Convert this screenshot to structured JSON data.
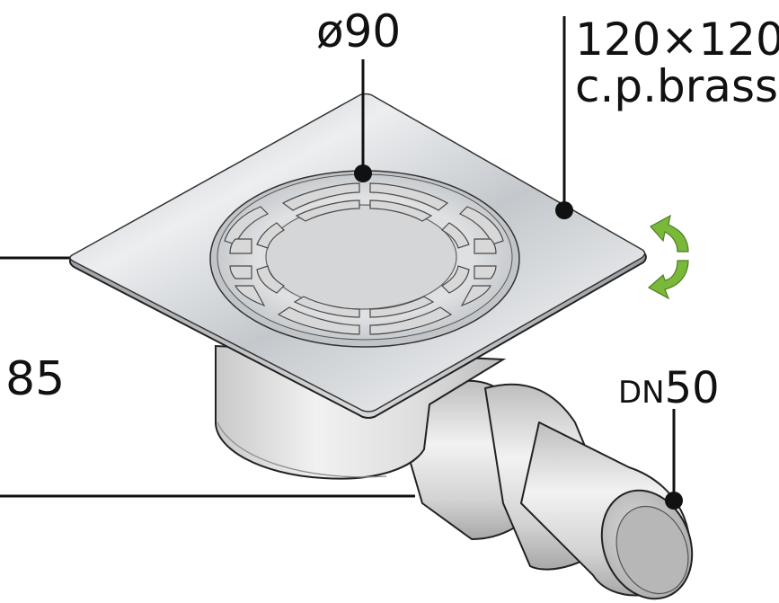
{
  "labels": {
    "diameter": "ø90",
    "size_line1": "120×120",
    "size_line2": "c.p.brass",
    "height": "85",
    "outlet_prefix": "DN",
    "outlet_value": "50"
  },
  "icons": {
    "rotate": "rotate-arrows-icon"
  },
  "colors": {
    "rotate_arrow": "#7ab83a",
    "metal": "#c8cbcf",
    "body": "#d9d9d9",
    "line": "#111111"
  }
}
